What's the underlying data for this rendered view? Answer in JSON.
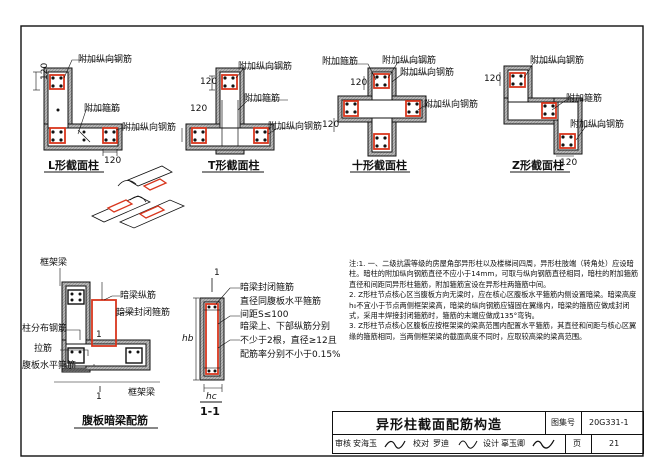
{
  "drawings": {
    "l_section": {
      "caption": "L形截面柱",
      "dim1": "120",
      "dim2": "120",
      "label_rebar_top": "附加纵向钢筋",
      "label_stirrup": "附加箍筋",
      "label_rebar_right": "附加纵向钢筋"
    },
    "t_section": {
      "caption": "T形截面柱",
      "dim1": "120",
      "dim2": "120",
      "label_rebar_top": "附加纵向钢筋",
      "label_stirrup": "附加箍筋",
      "label_rebar_right": "附加纵向钢筋"
    },
    "cross_section": {
      "caption": "十形截面柱",
      "dim1": "120",
      "dim2": "120",
      "label_stirrup": "附加箍筋",
      "label_rebar1": "附加纵向钢筋",
      "label_rebar2": "附加纵向钢筋",
      "label_rebar3": "附加纵向钢筋"
    },
    "z_section": {
      "caption": "Z形截面柱",
      "dim1": "120",
      "dim2": "120",
      "label_rebar_top": "附加纵向钢筋",
      "label_stirrup": "附加箍筋",
      "label_rebar_right": "附加纵向钢筋"
    },
    "slab_beam": {
      "caption": "腹板暗梁配筋",
      "frame_beam_top": "框架梁",
      "frame_beam_bottom": "框架梁",
      "hidden_longitudinal": "暗梁纵筋",
      "hidden_closed_stirrup": "暗梁封闭箍筋",
      "col_stirrup": "柱分布钢筋",
      "tie": "拉筋",
      "web_horizontal": "腹板水平箍筋",
      "marker": "1",
      "marker2": "1"
    },
    "section_11": {
      "caption": "1-1",
      "top_marker": "1",
      "hb": "hb",
      "hc": "hc",
      "n1": "暗梁封闭箍筋",
      "n2": "直径同腹板水平箍筋",
      "n3": "间距S≤100",
      "n4": "暗梁上、下部纵筋分别",
      "n5": "不少于2根，直径≥12且",
      "n6": "配筋率分别不小于0.15%"
    }
  },
  "notes": [
    "注:1. 一、二级抗震等级的房屋角部异形柱以及楼梯间四周，异形柱肢端（转角处）应设暗柱。暗柱的附加纵向钢筋直径不应小于14mm，可取与纵向钢筋直径相同，暗柱的附加箍筋直径和间距同异形柱箍筋，附加箍筋宜设在异形柱两箍筋中间。",
    "2. Z形柱节点核心区当腹板方向无梁时，应在核心区腹板水平箍筋内侧设置暗梁。暗梁高度h₀不宜小于节点两侧框架梁高，暗梁的纵向钢筋应锚固在翼缘内，暗梁的箍筋应做成封闭式，采用丰焊接封闭箍筋时，箍筋的末端应做成135°弯钩。",
    "3. Z形柱节点核心区腹板应按框架梁的梁高范围内配置水平箍筋，其直径和间距与核心区翼缘的箍筋相同，当两侧框架梁的截面高度不同时，应取较高梁的梁高范围。"
  ],
  "title_block": {
    "title": "异形柱截面配筋构造",
    "atlas_label": "图集号",
    "atlas_no": "20G331-1",
    "review_label": "审核",
    "reviewer": "安海玉",
    "check_label": "校对",
    "checker": "罗迪",
    "design_label": "设计",
    "designer": "辜玉卿",
    "page_label": "页",
    "page_no": "21"
  },
  "colors": {
    "ink": "#111111",
    "rebar_red": "#d8361d",
    "hatch_gray": "#9a9a9a"
  }
}
